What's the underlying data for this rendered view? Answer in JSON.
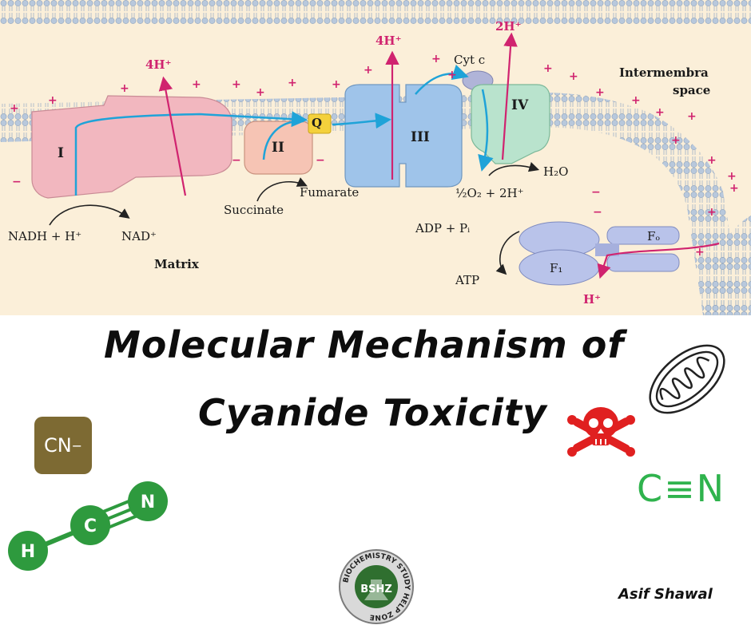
{
  "diagram": {
    "labels": {
      "h4_left": "4H⁺",
      "h4_mid": "4H⁺",
      "h2": "2H⁺",
      "cyt_c": "Cyt c",
      "intermembrane_line1": "Intermembra",
      "intermembrane_line2": "space",
      "complex_i": "I",
      "complex_ii": "II",
      "complex_iii": "III",
      "complex_iv": "IV",
      "q": "Q",
      "fumarate": "Fumarate",
      "succinate": "Succinate",
      "nadh": "NADH + H⁺",
      "nad": "NAD⁺",
      "matrix": "Matrix",
      "water": "H₂O",
      "oxygen": "½O₂ + 2H⁺",
      "adp": "ADP + Pᵢ",
      "atp": "ATP",
      "fo": "Fₒ",
      "f1": "F₁",
      "h_out": "H⁺"
    }
  },
  "poster": {
    "title_line1": "Molecular Mechanism of",
    "title_line2": "Cyanide Toxicity",
    "cn_badge": "CN",
    "cn_badge_charge": "−",
    "hcn_atoms": [
      "H",
      "C",
      "N"
    ],
    "triple_bond": "C≡N",
    "logo_ring_text": "BIOCHEMISTRY STUDY HELP ZONE",
    "logo_center": "BSHZ",
    "author": "Asif Shawal"
  },
  "colors": {
    "background": "#fbefd9",
    "membrane": "#9fb4cc",
    "complex_i": "#f2b7bf",
    "complex_ii": "#f6c4b4",
    "complex_iii": "#9fc4ea",
    "complex_iv": "#b9e3cd",
    "atp_synthase": "#b9c3ea",
    "arrow_blue": "#1fa3d8",
    "proton_pink": "#d0236f",
    "skull_red": "#e02020",
    "hcn_green": "#2e9a3e"
  }
}
